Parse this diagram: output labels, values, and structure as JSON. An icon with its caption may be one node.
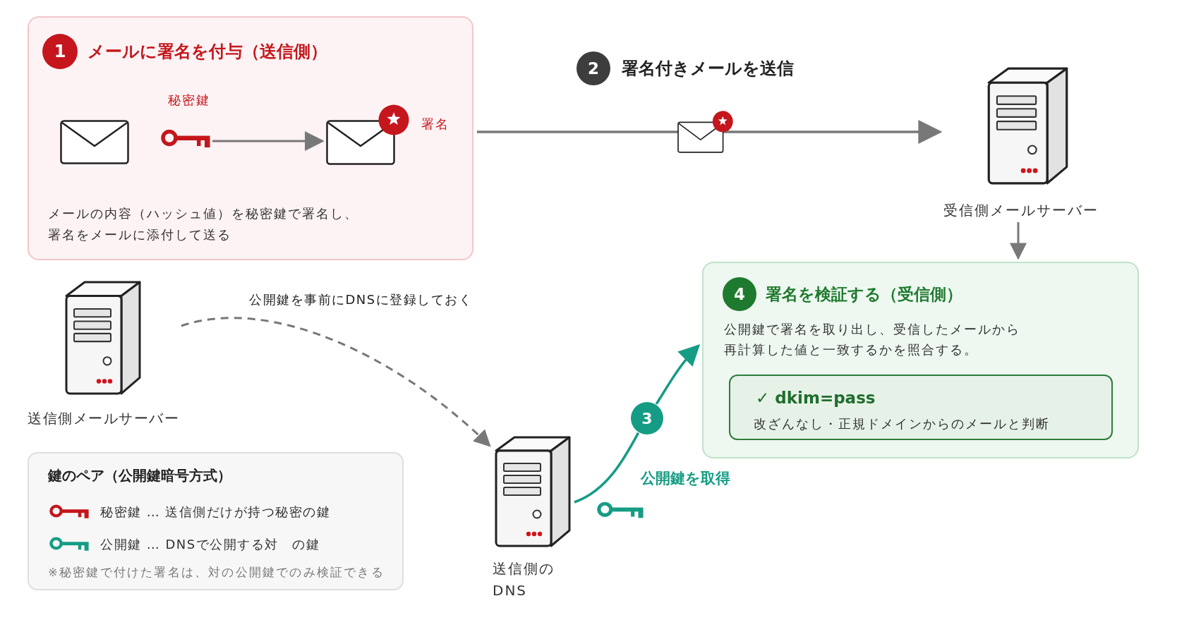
{
  "diagram": {
    "nodes": [
      {
        "text": [
          "メールに署名を付与（送信側）",
          "メールの内容（ハッシュ値）を秘密鍵で署名し、署名をメールに添付して送る"
        ]
      },
      {
        "text": [
          "1"
        ],
        "in": 0
      },
      {
        "text": [],
        "shape": "picture",
        "in": 0
      },
      {
        "text": [],
        "shape": "picture",
        "in": 0,
        "beside": [
          "秘密鍵"
        ]
      },
      {
        "text": [],
        "shape": "picture",
        "in": 0,
        "beside": [
          "署名"
        ]
      },
      {
        "text": [
          "2"
        ],
        "beside": [
          "署名付きメールを送信"
        ]
      },
      {
        "text": [],
        "shape": "picture",
        "beside": [
          "受信側メールサーバー"
        ]
      },
      {
        "text": [],
        "shape": "picture",
        "beside": [
          "送信側メールサーバー"
        ]
      },
      {
        "text": [
          "署名を検証する（受信側）",
          "公開鍵で署名を取り出し、受信したメールから再計算した値と一致するかを照合する。"
        ]
      },
      {
        "text": [
          "4"
        ],
        "in": 8
      },
      {
        "text": [
          "✓ dkim=pass",
          "改ざんなし・正規ドメインからのメールと判断"
        ],
        "in": 8
      },
      {
        "text": [
          "3"
        ]
      },
      {
        "text": [],
        "shape": "picture",
        "beside": [
          "送信側のDNS"
        ]
      },
      {
        "text": [
          "鍵のペア（公開鍵暗号方式）",
          "※秘密鍵で付けた署名は、対の公開鍵でのみ検証できる"
        ]
      }
    ],
    "edges": [
      {
        "from": 3,
        "to": 4,
        "arrow": "to"
      },
      {
        "from": 0,
        "to": 6,
        "arrow": "to"
      },
      {
        "from": 6,
        "to": 8,
        "arrow": "to"
      },
      {
        "from": 7,
        "to": 12,
        "arrow": "to",
        "style": "dashed",
        "label": "公開鍵を事前にDNSに登録しておく"
      },
      {
        "from": 12,
        "to": 11,
        "arrow": "none",
        "color": "#169c84",
        "label": "公開鍵を取得"
      },
      {
        "from": 11,
        "to": 8,
        "arrow": "to",
        "color": "#169c84"
      }
    ],
    "legend": [
      {
        "text": "秘密鍵 … 送信側だけが持つ秘密の鍵"
      },
      {
        "text": "公開鍵 … DNSで公開する対　の鍵"
      }
    ]
  }
}
